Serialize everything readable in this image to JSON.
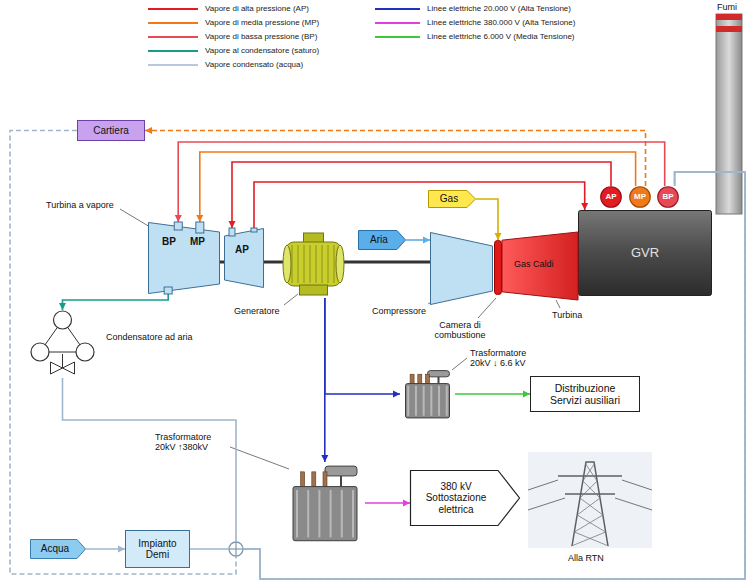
{
  "diagram": {
    "nodes": [
      {
        "text": [
          "Cartiera"
        ]
      },
      {
        "text": [
          "Gas"
        ]
      },
      {
        "text": [
          "AP"
        ]
      },
      {
        "text": [
          "MP"
        ]
      },
      {
        "text": [
          "BP"
        ]
      },
      {
        "text": [
          "Turbina a vapore",
          "BP",
          "MP"
        ]
      },
      {
        "text": [
          "AP"
        ]
      },
      {
        "text": [
          "Aria"
        ]
      },
      {
        "text": [
          "GVR"
        ]
      },
      {
        "text": [
          "Generatore"
        ]
      },
      {
        "text": [
          "Compressore"
        ]
      },
      {
        "text": [
          "Camera di combustione"
        ]
      },
      {
        "text": [
          "Gas Caldi",
          "Turbina"
        ]
      },
      {
        "text": [
          "Condensatore ad aria"
        ]
      },
      {
        "text": [
          "Trasformatore 20kV ↓ 6.6 kV"
        ]
      },
      {
        "text": [
          "Distribuzione Servizi ausiliari"
        ]
      },
      {
        "text": [
          "Trasformatore 20kV ↑380kV"
        ]
      },
      {
        "text": [
          "380 kV Sottostazione elettrica"
        ]
      },
      {
        "text": [
          "Alla RTN"
        ]
      },
      {
        "text": [
          "Acqua"
        ]
      },
      {
        "text": [
          "Impianto Demi"
        ]
      }
    ],
    "edges": [
      {
        "from": 3,
        "to": 0,
        "arrow": "to"
      },
      {
        "from": 2,
        "to": 6,
        "arrow": "to"
      },
      {
        "from": 3,
        "to": 5,
        "arrow": "to"
      },
      {
        "from": 4,
        "to": 5,
        "arrow": "to"
      },
      {
        "from": 6,
        "to": 8,
        "arrow": "to"
      },
      {
        "from": 1,
        "to": 11,
        "arrow": "to"
      },
      {
        "from": 7,
        "to": 10,
        "arrow": "to"
      },
      {
        "from": 5,
        "to": 13,
        "arrow": "to"
      },
      {
        "from": 9,
        "to": 14,
        "arrow": "to"
      },
      {
        "from": 9,
        "to": 16,
        "arrow": "to"
      },
      {
        "from": 14,
        "to": 15,
        "arrow": "to"
      },
      {
        "from": 16,
        "to": 17,
        "arrow": "to"
      },
      {
        "from": 19,
        "to": 20,
        "arrow": "to"
      },
      {
        "from": 20,
        "to": 4,
        "arrow": "none"
      },
      {
        "from": 13,
        "to": 4,
        "arrow": "none"
      },
      {
        "from": 0,
        "to": 4,
        "arrow": "none"
      }
    ],
    "labels": [
      "Fumi"
    ],
    "legend": [
      {
        "text": "Vapore di alta pressione (AP)"
      },
      {
        "text": "Vapore di media pressione (MP)"
      },
      {
        "text": "Vapore di bassa pressione (BP)"
      },
      {
        "text": "Vapore al condensatore (saturo)"
      },
      {
        "text": "Vapore condensato (acqua)"
      },
      {
        "text": "Linee elettriche 20.000 V (Alta Tensione)"
      },
      {
        "text": "Linee elettriche 380.000 V (Alta Tensione)"
      },
      {
        "text": "Linee elettriche 6.000 V (Media Tensione)"
      }
    ]
  }
}
